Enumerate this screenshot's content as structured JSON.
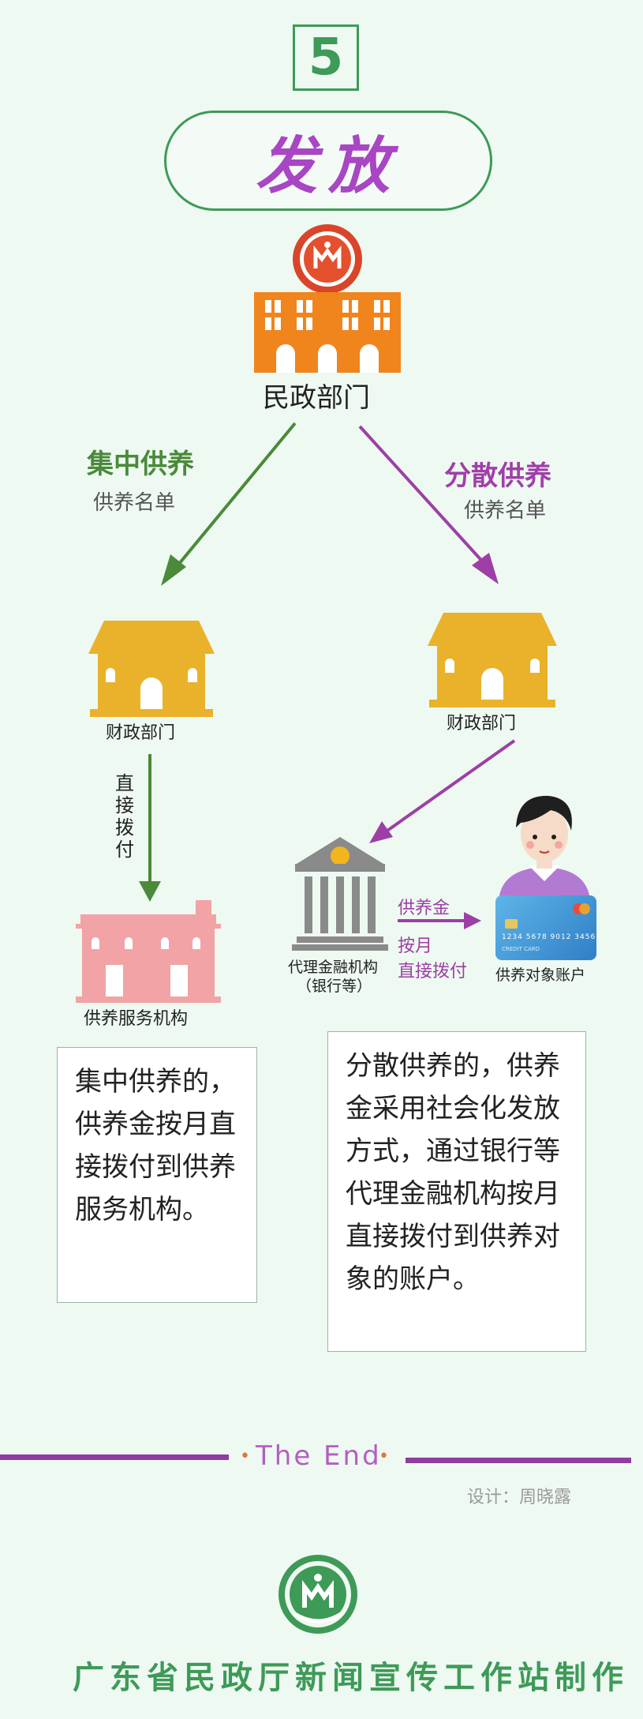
{
  "step_number": "5",
  "title": "发放",
  "top_org": "民政部门",
  "left_branch": {
    "heading": "集中供养",
    "sub": "供养名单",
    "finance": "财政部门",
    "transfer": "直接拨付",
    "destination": "供养服务机构"
  },
  "right_branch": {
    "heading": "分散供养",
    "sub": "供养名单",
    "finance": "财政部门",
    "bank_line1": "代理金融机构",
    "bank_line2": "（银行等）",
    "money": "供养金",
    "monthly": "按月",
    "direct": "直接拨付",
    "recipient": "供养对象账户",
    "card_number": "1234 5678 9012 3456",
    "card_label": "CREDIT CARD"
  },
  "left_text": "集中供养的，供养金按月直接拨付到供养服务机构。",
  "right_text": "分散供养的，供养金采用社会化发放方式，通过银行等代理金融机构按月直接拨付到供养对象的账户。",
  "end_text": "The End",
  "credit": "设计：周晓露",
  "footer": "广东省民政厅新闻宣传工作站制作",
  "colors": {
    "bg": "#eef9f2",
    "green": "#3e9a57",
    "purple": "#a03fa8",
    "orange": "#f0841d",
    "gold": "#e9b22a",
    "pink": "#f1a3a5",
    "gray": "#8a8a8a"
  }
}
